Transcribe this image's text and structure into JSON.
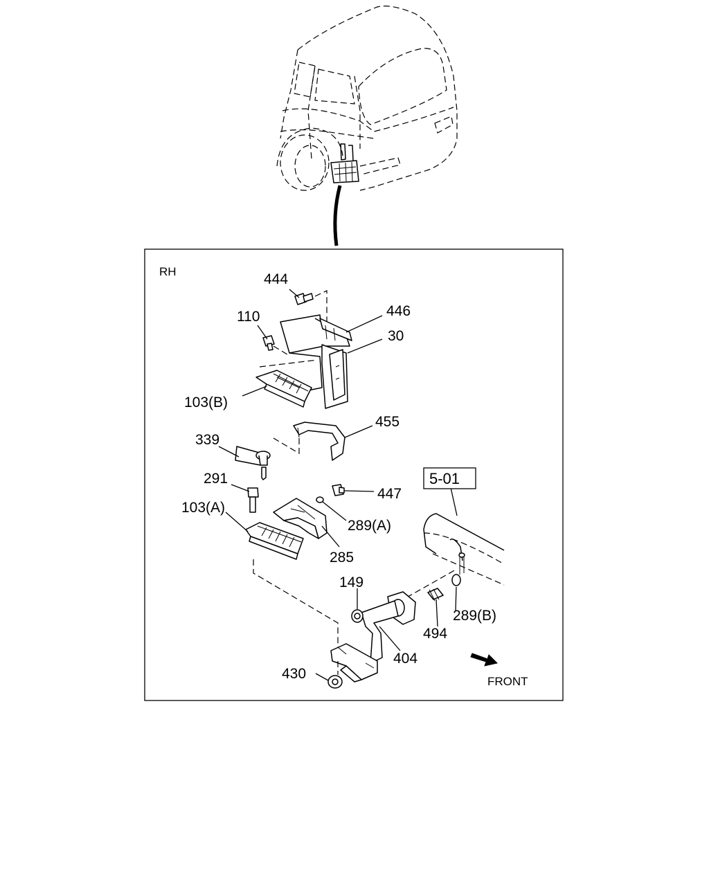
{
  "diagram": {
    "side_label": "RH",
    "direction_label": "FRONT",
    "reference_box": "5-01",
    "callouts": {
      "p444": "444",
      "p110": "110",
      "p446": "446",
      "p30": "30",
      "p103b": "103(B)",
      "p455": "455",
      "p339": "339",
      "p291": "291",
      "p447": "447",
      "p103a": "103(A)",
      "p289a": "289(A)",
      "p285": "285",
      "p149": "149",
      "p289b": "289(B)",
      "p494": "494",
      "p404": "404",
      "p430": "430"
    },
    "colors": {
      "ink": "#000000",
      "background": "#ffffff"
    }
  }
}
